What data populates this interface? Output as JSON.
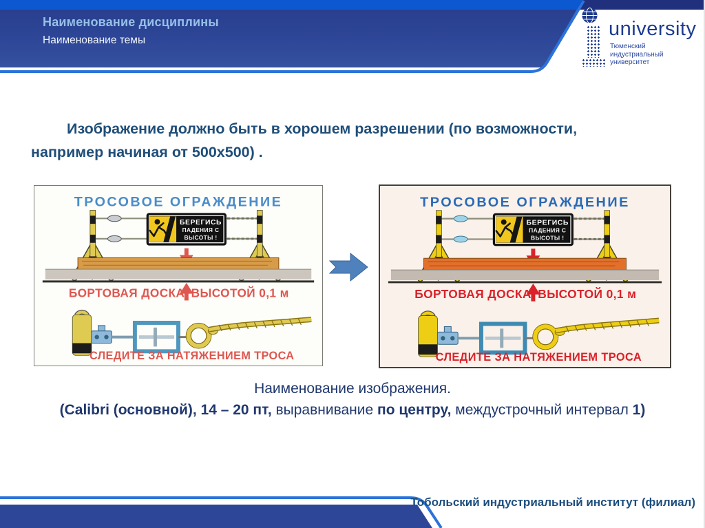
{
  "header": {
    "discipline": "Наименование дисциплины",
    "topic": "Наименование темы"
  },
  "logo": {
    "wordmark": "university",
    "line1": "Тюменский",
    "line2": "индустриальный",
    "line3": "университет"
  },
  "body": {
    "line1": "Изображение должно быть в хорошем разрешении (по возможности,",
    "line2": "например начиная от 500х500) ."
  },
  "figure": {
    "title": "ТРОСОВОЕ ОГРАЖДЕНИЕ",
    "sign_line1": "БЕРЕГИСЬ",
    "sign_line2": "ПАДЕНИЯ С",
    "sign_line3": "ВЫСОТЫ !",
    "board_label": "БОРТОВАЯ ДОСКА",
    "height_label": "ВЫСОТОЙ 0,1 м",
    "tension_label": "СЛЕДИТЕ ЗА НАТЯЖЕНИЕМ ТРОСА"
  },
  "caption": {
    "line1": "Наименование изображения.",
    "seg_bold1": "(Calibri (основной), 14 – 20 пт,",
    "seg_reg1": " выравнивание ",
    "seg_bold2": "по центру,",
    "seg_reg2": " междустрочный интервал ",
    "seg_bold3": "1)"
  },
  "footer": {
    "institute": "Тобольский индустриальный институт (филиал)"
  },
  "colors": {
    "accent_line_blue": "#2b73d9",
    "header_navy": "#2e4697",
    "top_strip_blue": "#0b58d0",
    "top_strip_navy": "#20307c",
    "header_title_light_blue": "#96c0e8",
    "body_text_blue": "#1f4e79",
    "caption_navy": "#20386e",
    "figure_red": "#d9222a",
    "between_arrow_blue": "#4f81bd",
    "logo_navy": "#1d3c90"
  }
}
